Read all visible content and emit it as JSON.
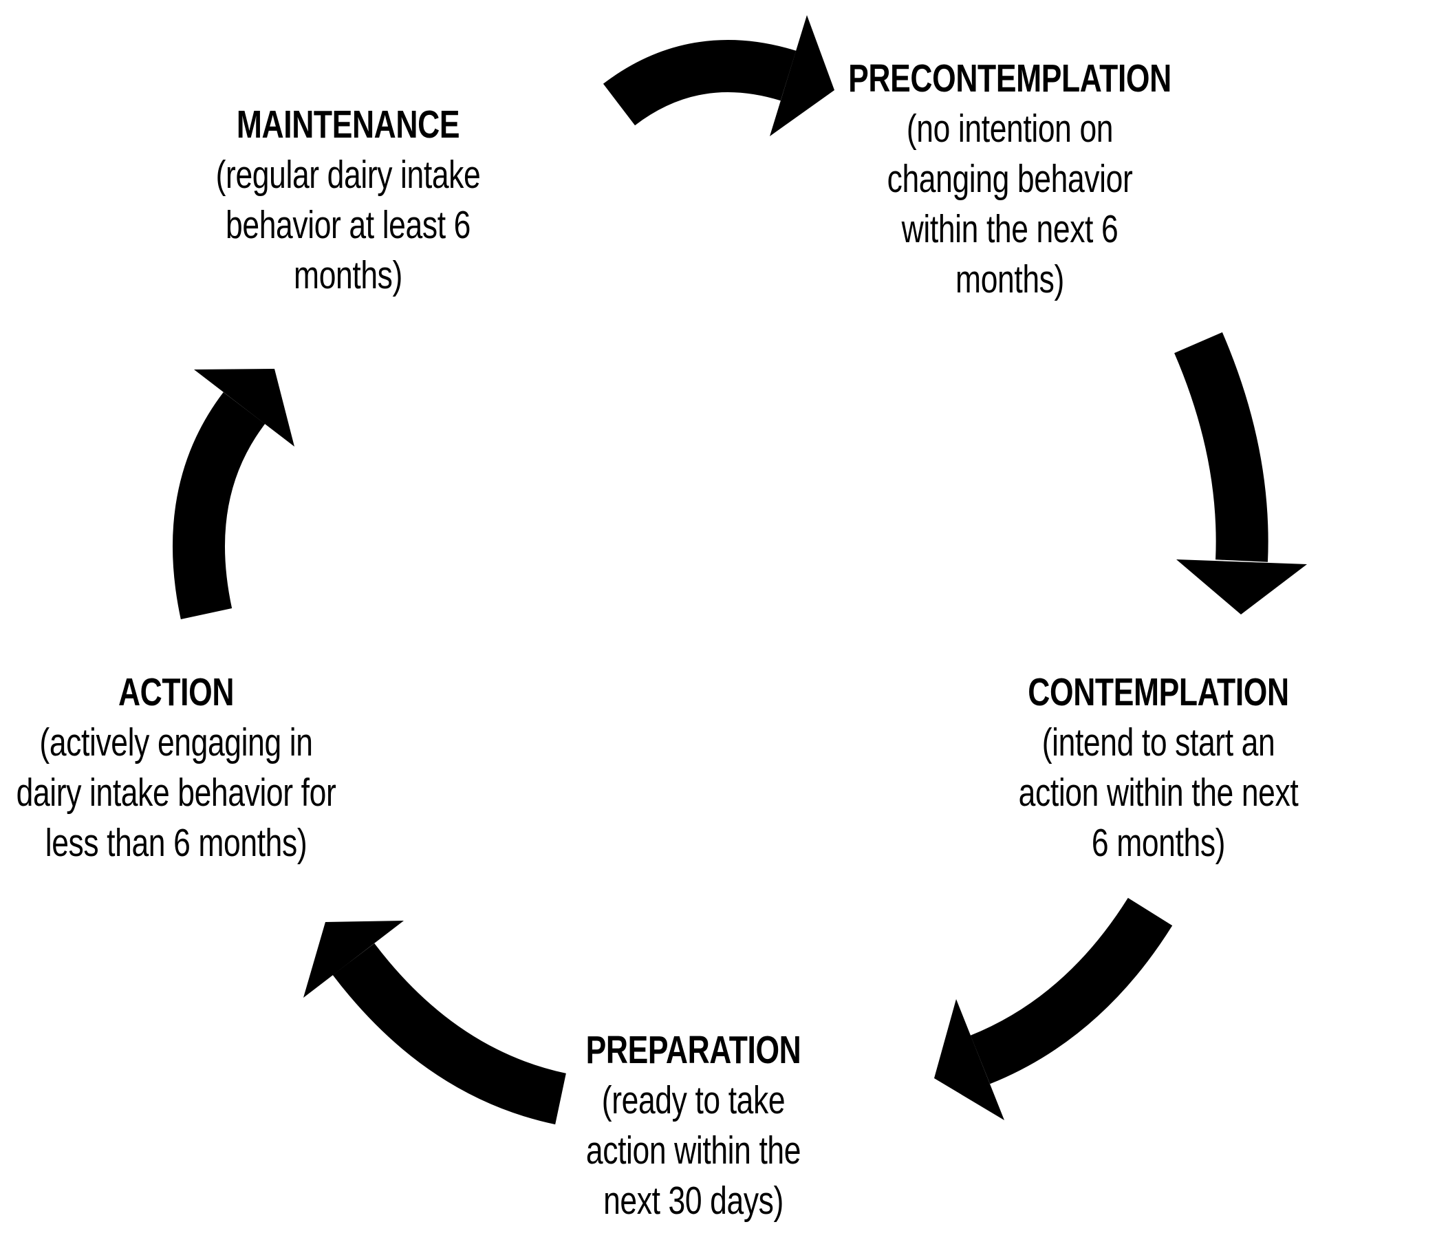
{
  "diagram": {
    "type": "cycle",
    "background_color": "#ffffff",
    "foreground_color": "#000000",
    "stages": [
      {
        "id": "maintenance",
        "name": "MAINTENANCE",
        "description": "(regular dairy intake behavior at least 6 months)",
        "lines": [
          "MAINTENANCE",
          "(regular dairy intake",
          "behavior at least 6",
          "months)"
        ]
      },
      {
        "id": "precontemplation",
        "name": "PRECONTEMPLATION",
        "description": "(no intention on changing behavior within the next 6 months)",
        "lines": [
          "PRECONTEMPLATION",
          "(no intention on",
          "changing behavior",
          "within the next 6",
          "months)"
        ]
      },
      {
        "id": "contemplation",
        "name": "CONTEMPLATION",
        "description": "(intend to start an action within the next 6 months)",
        "lines": [
          "CONTEMPLATION",
          "(intend to start an",
          "action within the next",
          "6 months)"
        ]
      },
      {
        "id": "preparation",
        "name": "PREPARATION",
        "description": "(ready to take action within the next 30 days)",
        "lines": [
          "PREPARATION",
          "(ready to take",
          "action within the",
          "next 30 days)"
        ]
      },
      {
        "id": "action",
        "name": "ACTION",
        "description": "(actively engaging in dairy intake behavior for less than 6 months)",
        "lines": [
          "ACTION",
          "(actively engaging in",
          "dairy intake behavior for",
          "less than 6 months)"
        ]
      }
    ],
    "arrows": [
      {
        "from": "MAINTENANCE",
        "to": "PRECONTEMPLATION"
      },
      {
        "from": "PRECONTEMPLATION",
        "to": "CONTEMPLATION"
      },
      {
        "from": "CONTEMPLATION",
        "to": "PREPARATION"
      },
      {
        "from": "PREPARATION",
        "to": "ACTION"
      },
      {
        "from": "ACTION",
        "to": "MAINTENANCE"
      }
    ]
  }
}
